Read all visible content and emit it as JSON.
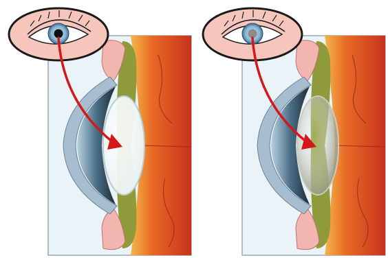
{
  "panels": [
    {
      "id": "normal",
      "pupil": "normal",
      "lens": "clear"
    },
    {
      "id": "cataract",
      "pupil": "clouded",
      "lens": "clouded"
    }
  ],
  "colors": {
    "background_panel": "#e9f3f8",
    "frame": "#9aa8b1",
    "sclera": "#a7bdd0",
    "cornea_dark": "#4a6f87",
    "cornea_light": "#b9d1df",
    "iris_dark": "#223345",
    "muscle_green": "#8f9b3b",
    "skin_pink": "#f3b5b0",
    "retina_orange": "#e86a26",
    "retina_red": "#c9321c",
    "retina_yellow": "#f4b64a",
    "lens_clear": "#e6f0ef",
    "lens_cloudy": "#8a8e72",
    "arrow_red": "#d4181a",
    "iris_blue": "#87b6d2",
    "pupil_black": "#101010",
    "pupil_cloudy": "#8c8c85"
  },
  "icons": {
    "eye_badge": "eye-with-lid",
    "arrow": "curved-arrow"
  }
}
